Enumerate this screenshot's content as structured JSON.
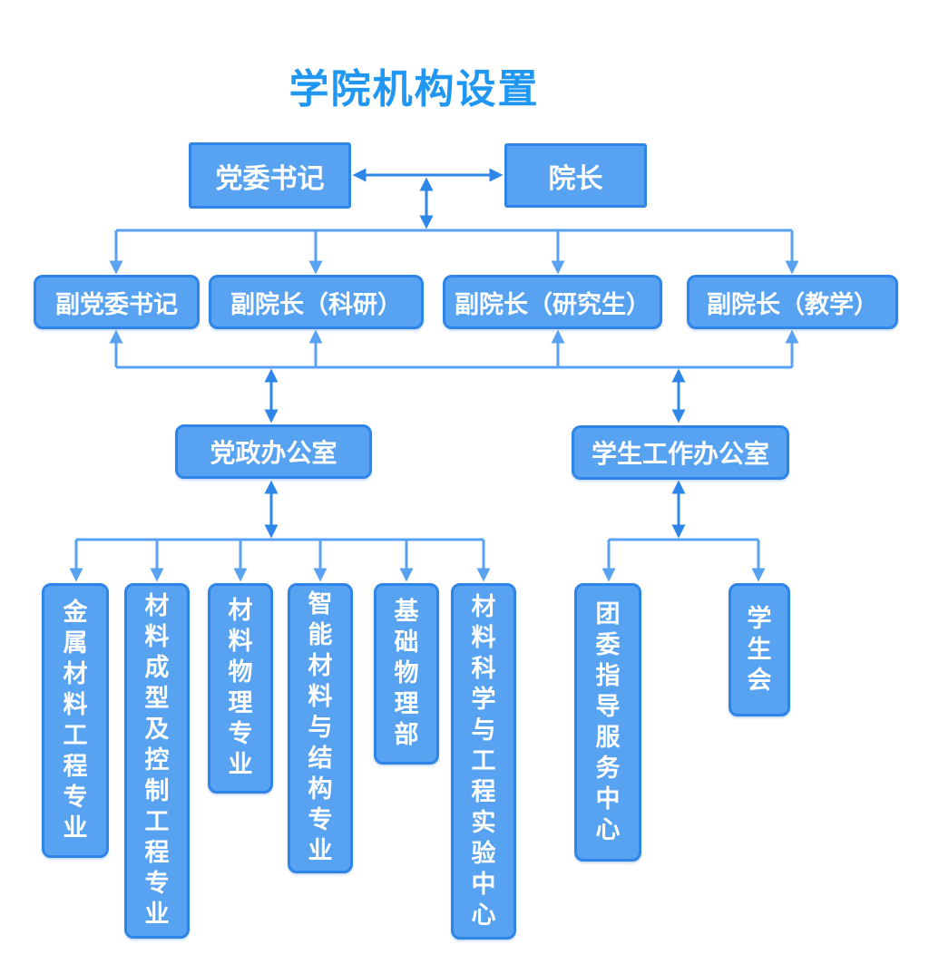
{
  "title": "学院机构设置",
  "org": {
    "top": [
      {
        "label": "党委书记"
      },
      {
        "label": "院长"
      }
    ],
    "deputies": [
      {
        "label": "副党委书记"
      },
      {
        "label": "副院长（科研）"
      },
      {
        "label": "副院长（研究生）"
      },
      {
        "label": "副院长（教学）"
      }
    ],
    "offices": [
      {
        "label": "党政办公室"
      },
      {
        "label": "学生工作办公室"
      }
    ],
    "party_admin_units": [
      {
        "label": "金属材料工程专业"
      },
      {
        "label": "材料成型及控制工程专业"
      },
      {
        "label": "材料物理专业"
      },
      {
        "label": "智能材料与结构专业"
      },
      {
        "label": "基础物理部"
      },
      {
        "label": "材料科学与工程实验中心"
      }
    ],
    "student_units": [
      {
        "label": "团委指导服务中心"
      },
      {
        "label": "学生会"
      }
    ]
  },
  "colors": {
    "title": "#2097F3",
    "node_fill": "#58A2F2",
    "node_border": "#2E84E7",
    "node_text": "#FFFFFF",
    "connector": "#58A2F1",
    "double_arrow": "#2E86E9"
  }
}
